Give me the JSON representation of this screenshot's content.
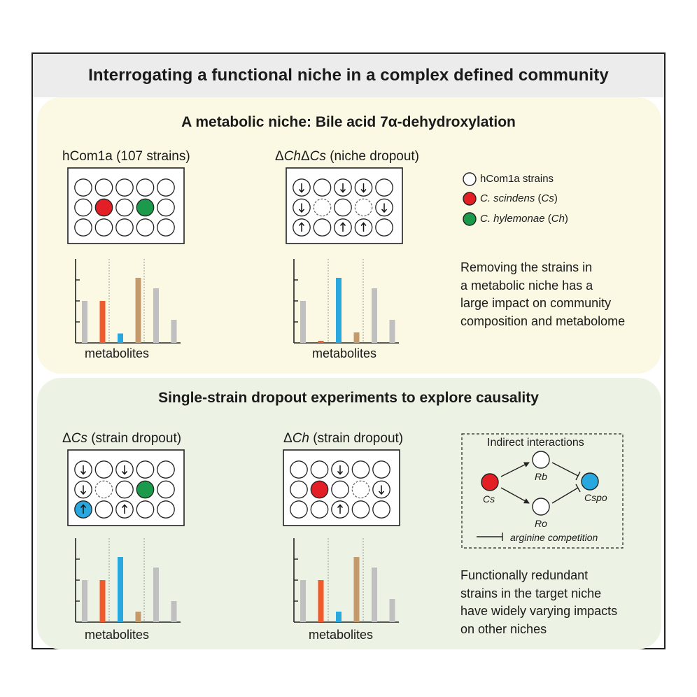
{
  "title": "Interrogating a functional niche in a complex defined community",
  "section1": {
    "title": "A metabolic niche: Bile acid 7α-dehydroxylation",
    "panel_a": {
      "label": "hCom1a (107 strains)"
    },
    "panel_b": {
      "label_delta": "Δ",
      "label_ch": "Ch",
      "label_delta2": "Δ",
      "label_cs": "Cs",
      "label_rest": " (niche dropout)"
    },
    "legend": [
      {
        "text": "hCom1a strains",
        "color": "#ffffff"
      },
      {
        "text_italic": "C. scindens",
        "text_abbr": "Cs",
        "color": "#e31e24"
      },
      {
        "text_italic": "C. hylemonae",
        "text_abbr": "Ch",
        "color": "#1a9a4a"
      }
    ],
    "description": [
      "Removing the strains in",
      "a metabolic niche has a",
      "large impact on community",
      "composition and metabolome"
    ]
  },
  "section2": {
    "title": "Single-strain dropout experiments to explore causality",
    "panel_c": {
      "label_delta": "Δ",
      "label_cs": "Cs",
      "label_rest": " (strain dropout)"
    },
    "panel_d": {
      "label_delta": "Δ",
      "label_ch": "Ch",
      "label_rest": " (strain dropout)"
    },
    "interactions": {
      "title": "Indirect interactions",
      "nodes": {
        "cs": "Cs",
        "rb": "Rb",
        "ro": "Ro",
        "cspo": "Cspo"
      },
      "legend": "arginine competition"
    },
    "description": [
      "Functionally redundant",
      "strains in the target niche",
      "have widely varying impacts",
      "on other niches"
    ]
  },
  "xlabel": "metabolites",
  "colors": {
    "gray": "#c0c0c0",
    "orange": "#f15a2b",
    "blue": "#29a8e0",
    "tan": "#c49a6c",
    "red": "#e31e24",
    "green": "#1a9a4a"
  },
  "chart_data": [
    {
      "type": "bar",
      "panel": "hCom1a",
      "xlabel": "metabolites",
      "ylim": [
        0,
        4
      ],
      "bar_colors": [
        "gray",
        "orange",
        "blue",
        "tan",
        "gray",
        "gray"
      ],
      "values": [
        2.0,
        2.0,
        0.45,
        3.1,
        2.6,
        1.1
      ]
    },
    {
      "type": "bar",
      "panel": "ΔChΔCs",
      "xlabel": "metabolites",
      "ylim": [
        0,
        4
      ],
      "bar_colors": [
        "gray",
        "orange",
        "blue",
        "tan",
        "gray",
        "gray"
      ],
      "values": [
        2.0,
        0.1,
        3.1,
        0.5,
        2.6,
        1.1
      ]
    },
    {
      "type": "bar",
      "panel": "ΔCs",
      "xlabel": "metabolites",
      "ylim": [
        0,
        4
      ],
      "bar_colors": [
        "gray",
        "orange",
        "blue",
        "tan",
        "gray",
        "gray"
      ],
      "values": [
        2.0,
        2.0,
        3.1,
        0.5,
        2.6,
        1.0
      ]
    },
    {
      "type": "bar",
      "panel": "ΔCh",
      "xlabel": "metabolites",
      "ylim": [
        0,
        4
      ],
      "bar_colors": [
        "gray",
        "orange",
        "blue",
        "tan",
        "gray",
        "gray"
      ],
      "values": [
        2.0,
        2.0,
        0.5,
        3.1,
        2.6,
        1.1
      ]
    }
  ],
  "plates": [
    {
      "name": "hCom1a",
      "cells": [
        [
          "w",
          "w",
          "w",
          "w",
          "w"
        ],
        [
          "w",
          "red",
          "w",
          "green",
          "w"
        ],
        [
          "w",
          "w",
          "w",
          "w",
          "w"
        ]
      ]
    },
    {
      "name": "dChdCs",
      "cells": [
        [
          "down",
          "w",
          "down",
          "down",
          "w"
        ],
        [
          "down",
          "empty",
          "w",
          "empty",
          "down"
        ],
        [
          "up",
          "w",
          "up",
          "up",
          "w"
        ]
      ]
    },
    {
      "name": "dCs",
      "cells": [
        [
          "down",
          "w",
          "down",
          "w",
          "w"
        ],
        [
          "down",
          "empty",
          "w",
          "green",
          "w"
        ],
        [
          "blueup",
          "w",
          "up",
          "w",
          "w"
        ]
      ]
    },
    {
      "name": "dCh",
      "cells": [
        [
          "w",
          "w",
          "down",
          "w",
          "w"
        ],
        [
          "w",
          "red",
          "w",
          "empty",
          "down"
        ],
        [
          "w",
          "w",
          "up",
          "w",
          "w"
        ]
      ]
    }
  ]
}
